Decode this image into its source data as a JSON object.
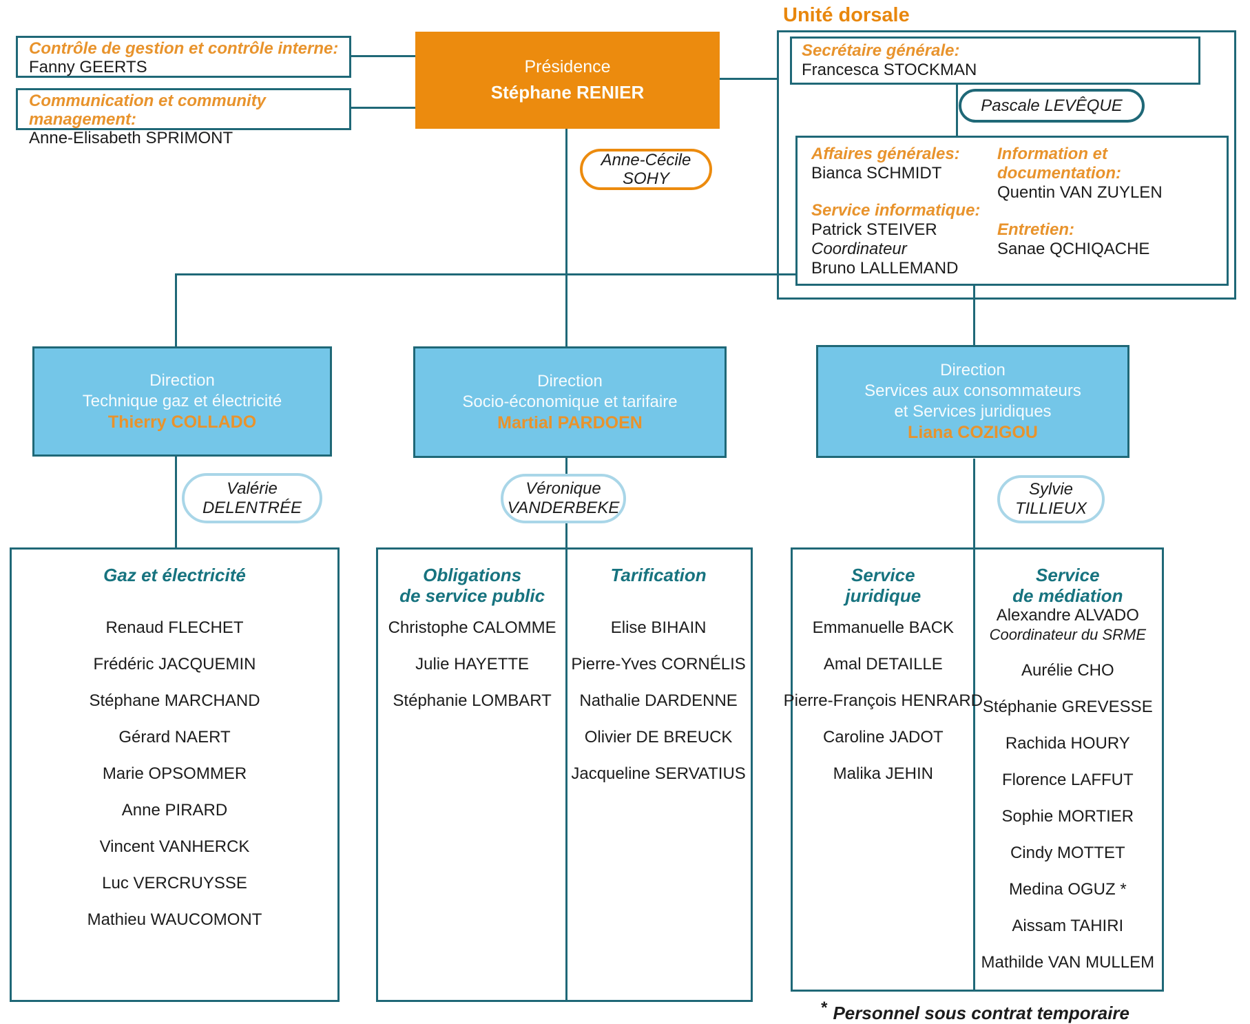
{
  "colors": {
    "orange_fill": "#ec8b0e",
    "orange_text": "#e8932c",
    "teal_border": "#1f6877",
    "teal_text": "#17737f",
    "light_blue_fill": "#74c6e8",
    "pill_blue_border": "#a9d6e8"
  },
  "staff_units": {
    "controle": {
      "title": "Contrôle de gestion et contrôle interne:",
      "person": "Fanny GEERTS"
    },
    "communication": {
      "title": "Communication et community management:",
      "person": "Anne-Elisabeth SPRIMONT"
    }
  },
  "presidence": {
    "title": "Présidence",
    "person": "Stéphane RENIER",
    "assistant_line1": "Anne-Cécile",
    "assistant_line2": "SOHY"
  },
  "unite_dorsale": {
    "title": "Unité dorsale",
    "secretaire": {
      "title": "Secrétaire générale:",
      "person": "Francesca STOCKMAN",
      "assistant": "Pascale LEVÊQUE"
    },
    "services": {
      "affaires": {
        "title": "Affaires générales:",
        "person": "Bianca SCHMIDT"
      },
      "information": {
        "title": "Information et documentation:",
        "person": "Quentin VAN ZUYLEN"
      },
      "informatique": {
        "title": "Service informatique:",
        "person": "Patrick STEIVER",
        "role": "Coordinateur",
        "person2": "Bruno LALLEMAND"
      },
      "entretien": {
        "title": "Entretien:",
        "person": "Sanae QCHIQACHE"
      }
    }
  },
  "directions": [
    {
      "line1": "Direction",
      "line2": "Technique gaz et électricité",
      "person": "Thierry COLLADO",
      "assistant_line1": "Valérie",
      "assistant_line2": "DELENTRÉE"
    },
    {
      "line1": "Direction",
      "line2": "Socio-économique et tarifaire",
      "person": "Martial PARDOEN",
      "assistant_line1": "Véronique",
      "assistant_line2": "VANDERBEKE"
    },
    {
      "line1": "Direction",
      "line2": "Services aux consommateurs",
      "line3": "et Services juridiques",
      "person": "Liana COZIGOU",
      "assistant_line1": "Sylvie",
      "assistant_line2": "TILLIEUX"
    }
  ],
  "teams": {
    "gaz": {
      "header_line1": "Gaz et électricité",
      "members": [
        "Renaud FLECHET",
        "Frédéric JACQUEMIN",
        "Stéphane MARCHAND",
        "Gérard NAERT",
        "Marie OPSOMMER",
        "Anne PIRARD",
        "Vincent VANHERCK",
        "Luc VERCRUYSSE",
        "Mathieu WAUCOMONT"
      ]
    },
    "osp": {
      "header_line1": "Obligations",
      "header_line2": "de service public",
      "members": [
        "Christophe CALOMME",
        "Julie HAYETTE",
        "Stéphanie LOMBART"
      ]
    },
    "tarification": {
      "header_line1": "Tarification",
      "members": [
        "Elise BIHAIN",
        "Pierre-Yves CORNÉLIS",
        "Nathalie DARDENNE",
        "Olivier DE BREUCK",
        "Jacqueline SERVATIUS"
      ]
    },
    "juridique": {
      "header_line1": "Service",
      "header_line2": "juridique",
      "members": [
        "Emmanuelle BACK",
        "Amal DETAILLE",
        "Pierre-François HENRARD",
        "Caroline JADOT",
        "Malika JEHIN"
      ]
    },
    "mediation": {
      "header_line1": "Service",
      "header_line2": "de médiation",
      "members": [
        {
          "n": "Alexandre ALVADO",
          "sub": "Coordinateur du SRME"
        },
        "Aurélie CHO",
        "Stéphanie GREVESSE",
        "Rachida HOURY",
        "Florence LAFFUT",
        "Sophie MORTIER",
        "Cindy MOTTET",
        "Medina OGUZ *",
        "Aissam TAHIRI",
        "Mathilde VAN MULLEM"
      ]
    }
  },
  "footnote": {
    "symbol": "*",
    "text": "Personnel sous contrat temporaire"
  }
}
